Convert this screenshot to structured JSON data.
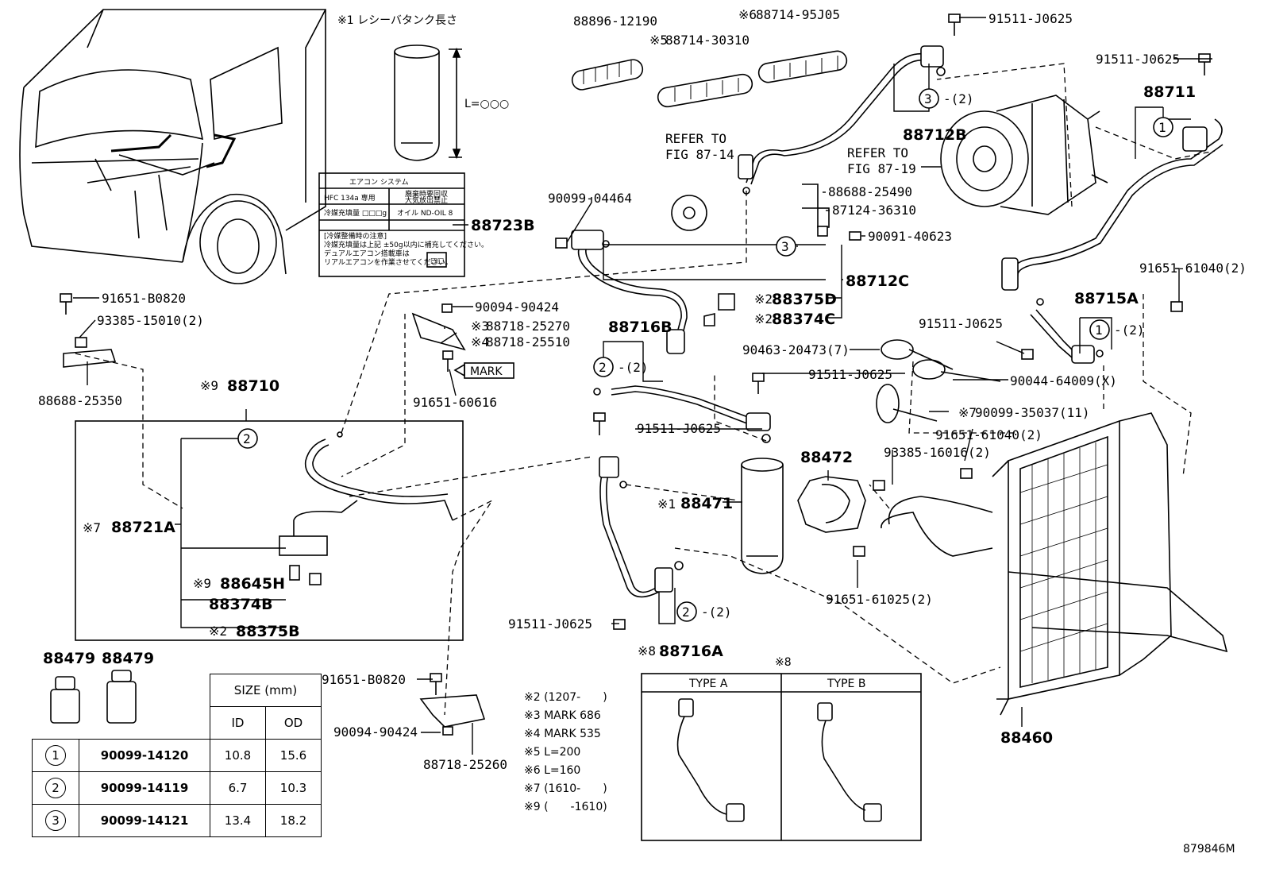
{
  "figure_id": "879846M",
  "receiver_note": "※1 レシーバタンク長さ",
  "receiver_length": "L=○○○",
  "refer_1": [
    "REFER TO",
    "FIG 87-14"
  ],
  "refer_2": [
    "REFER TO",
    "FIG 87-19"
  ],
  "label_card": {
    "title": "エアコン システム",
    "row1_left": "HFC 134a 専用",
    "row1_right": [
      "廃棄時要回収",
      "大気放出禁止"
    ],
    "row2_left": "冷媒充填量 □□□g",
    "row2_right": "オイル ND-OIL 8",
    "note_title": "[冷媒整備時の注意]",
    "note_lines": [
      "冷媒充填量は上記 ±50g以内に補充してください。",
      "デュアルエアコン搭載車は",
      "リアルエアコンを作業させてください。"
    ],
    "box": "□□"
  },
  "parts": [
    {
      "no": "88896-12190"
    },
    {
      "no": "88714-30310",
      "mark": "※5"
    },
    {
      "no": "88714-95J05",
      "mark": "※6"
    },
    {
      "no": "91511-J0625"
    },
    {
      "no": "91511-J0625"
    },
    {
      "no": "88711"
    },
    {
      "no": "88712B"
    },
    {
      "no": "88723B"
    },
    {
      "no": "90099-04464"
    },
    {
      "no": "88688-25490"
    },
    {
      "no": "87124-36310"
    },
    {
      "no": "90091-40623"
    },
    {
      "no": "88712C"
    },
    {
      "no": "88375D",
      "mark": "※2"
    },
    {
      "no": "88374C",
      "mark": "※2"
    },
    {
      "no": "91651-61040(2)"
    },
    {
      "no": "88715A"
    },
    {
      "no": "91511-J0625"
    },
    {
      "no": "90463-20473(7)"
    },
    {
      "no": "91511-J0625"
    },
    {
      "no": "90044-64009(X)"
    },
    {
      "no": "90099-35037(11)",
      "mark": "※7"
    },
    {
      "no": "91651-61040(2)"
    },
    {
      "no": "91651-B0820"
    },
    {
      "no": "93385-15010(2)"
    },
    {
      "no": "88688-25350"
    },
    {
      "no": "90094-90424"
    },
    {
      "no": "88718-25270",
      "mark": "※3"
    },
    {
      "no": "88718-25510",
      "mark": "※4"
    },
    {
      "no": "MARK"
    },
    {
      "no": "91651-60616"
    },
    {
      "no": "88716B"
    },
    {
      "no": "88710",
      "mark": "※9"
    },
    {
      "no": "91511-J0625"
    },
    {
      "no": "88472"
    },
    {
      "no": "93385-16016(2)"
    },
    {
      "no": "88471",
      "mark": "※1"
    },
    {
      "no": "88721A",
      "mark": "※7"
    },
    {
      "no": "88645H",
      "mark": "※9"
    },
    {
      "no": "88374B"
    },
    {
      "no": "88375B",
      "mark": "※2"
    },
    {
      "no": "91651-61025(2)"
    },
    {
      "no": "91511-J0625"
    },
    {
      "no": "88716A",
      "mark": "※8"
    },
    {
      "no": "88460"
    },
    {
      "no": "88479"
    },
    {
      "no": "88479"
    },
    {
      "no": "91651-B0820"
    },
    {
      "no": "90094-90424"
    },
    {
      "no": "88718-25260"
    }
  ],
  "qty_marks": [
    "-(2)",
    "-(2)",
    "-(2)",
    "-(2)"
  ],
  "circles": [
    "1",
    "2",
    "3"
  ],
  "size_table": {
    "header": "SIZE (mm)",
    "cols": [
      "ID",
      "OD"
    ],
    "rows": [
      {
        "key": "1",
        "part": "90099-14120",
        "id": "10.8",
        "od": "15.6"
      },
      {
        "key": "2",
        "part": "90099-14119",
        "id": "6.7",
        "od": "10.3"
      },
      {
        "key": "3",
        "part": "90099-14121",
        "id": "13.4",
        "od": "18.2"
      }
    ]
  },
  "notes": [
    "※2 (1207-　　)",
    "※3 MARK 686",
    "※4 MARK 535",
    "※5 L=200",
    "※6 L=160",
    "※7 (1610-　　)",
    "※9 (　　-1610)"
  ],
  "type_box": {
    "mark": "※8",
    "a": "TYPE A",
    "b": "TYPE B"
  }
}
